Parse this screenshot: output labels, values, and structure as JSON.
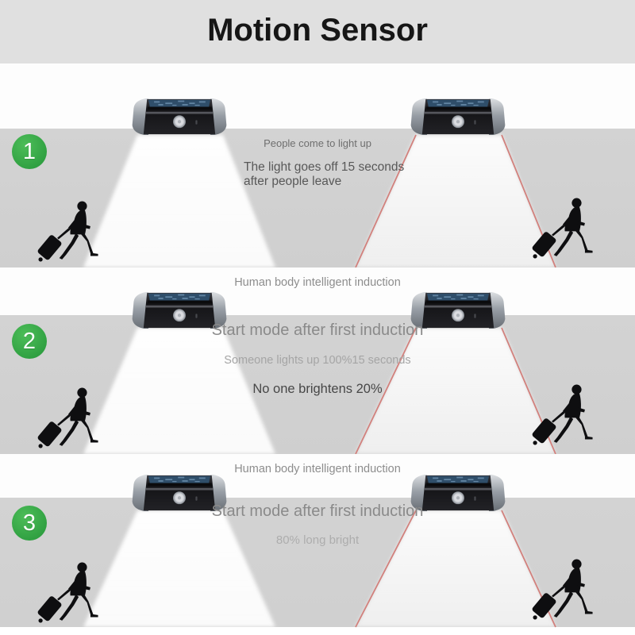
{
  "title": "Motion Sensor",
  "colors": {
    "header_bg": "#e0e0e0",
    "wall_gray": "#d3d3d3",
    "badge_green": "#35a846",
    "sensor_line_red": "#d2817d",
    "light_beam": "#ffffff"
  },
  "icons": {
    "wall_light": "solar-motion-sensor-wall-light-icon",
    "light_beam": "white-light-beam",
    "sensor_beam": "red-pir-detection-beam",
    "person": "traveler-pulling-suitcase-silhouette-icon"
  },
  "sections": [
    {
      "number": "1",
      "caption": "People come to light up",
      "detail_line1": "The light goes off 15 seconds",
      "detail_line2": "after people leave"
    },
    {
      "number": "2",
      "top_caption": "Human body intelligent induction",
      "main_caption": "Start mode after first induction",
      "sub_caption1": "Someone lights up 100%15 seconds",
      "sub_caption2": "No one brightens 20%"
    },
    {
      "number": "3",
      "top_caption": "Human body intelligent induction",
      "main_caption": "Start mode after first induction",
      "sub_caption1": "80% long bright"
    }
  ]
}
